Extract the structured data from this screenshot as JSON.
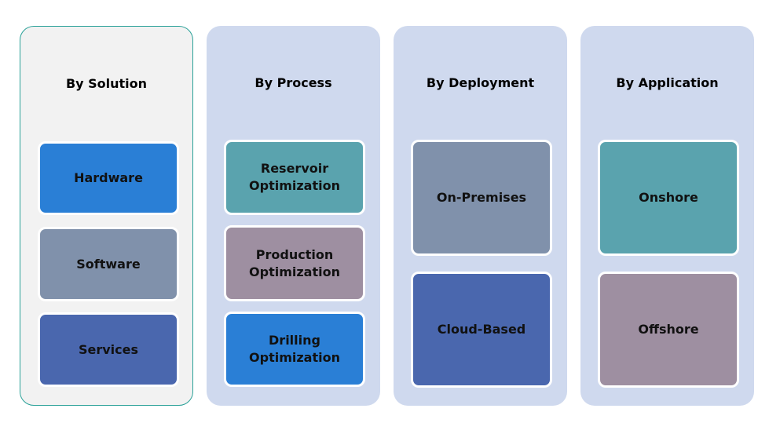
{
  "columns": [
    {
      "title": "By Solution",
      "items": [
        {
          "label": "Hardware",
          "color": "#2a7fd6"
        },
        {
          "label": "Software",
          "color": "#8091ab"
        },
        {
          "label": "Services",
          "color": "#4a67ae"
        }
      ]
    },
    {
      "title": "By Process",
      "items": [
        {
          "label": "Reservoir\nOptimization",
          "color": "#5aa3ae"
        },
        {
          "label": "Production\nOptimization",
          "color": "#9e8fa1"
        },
        {
          "label": "Drilling\nOptimization",
          "color": "#2a7fd6"
        }
      ]
    },
    {
      "title": "By Deployment",
      "items": [
        {
          "label": "On-Premises",
          "color": "#8091ab"
        },
        {
          "label": "Cloud-Based",
          "color": "#4a67ae"
        }
      ]
    },
    {
      "title": "By Application",
      "items": [
        {
          "label": "Onshore",
          "color": "#5aa3ae"
        },
        {
          "label": "Offshore",
          "color": "#9e8fa1"
        }
      ]
    }
  ]
}
